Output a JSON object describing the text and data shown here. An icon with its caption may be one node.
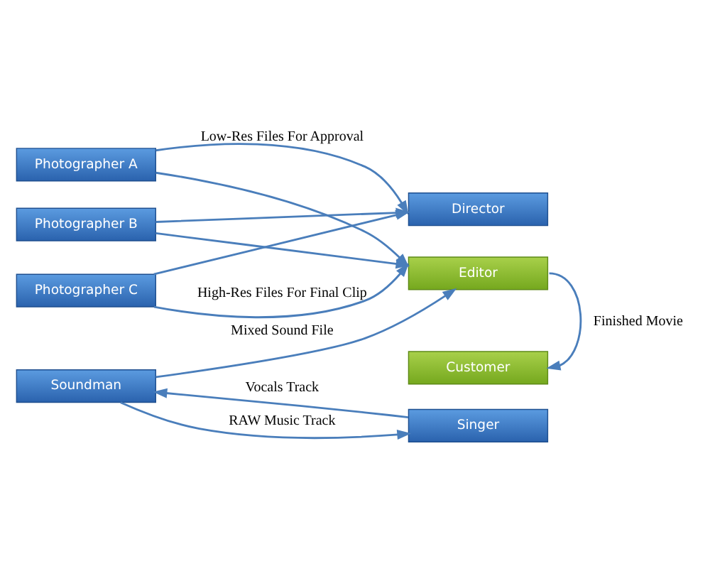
{
  "diagram": {
    "nodes": [
      {
        "text": [
          "Photographer A"
        ]
      },
      {
        "text": [
          "Photographer B"
        ]
      },
      {
        "text": [
          "Photographer C"
        ]
      },
      {
        "text": [
          "Director"
        ]
      },
      {
        "text": [
          "Editor"
        ]
      },
      {
        "text": [
          "Customer"
        ]
      },
      {
        "text": [
          "Soundman"
        ]
      },
      {
        "text": [
          "Singer"
        ]
      }
    ],
    "edges": [
      {
        "from": 0,
        "to": 3,
        "arrow": "to",
        "label": "Low-Res Files For Approval"
      },
      {
        "from": 1,
        "to": 3,
        "arrow": "to"
      },
      {
        "from": 2,
        "to": 3,
        "arrow": "to"
      },
      {
        "from": 0,
        "to": 4,
        "arrow": "to"
      },
      {
        "from": 1,
        "to": 4,
        "arrow": "to"
      },
      {
        "from": 2,
        "to": 4,
        "arrow": "to",
        "label": "High-Res Files For Final Clip"
      },
      {
        "from": 6,
        "to": 4,
        "arrow": "to",
        "label": "Mixed Sound File"
      },
      {
        "from": 4,
        "to": 5,
        "arrow": "to",
        "label": "Finished Movie"
      },
      {
        "from": 6,
        "to": 7,
        "arrow": "to",
        "label": "RAW Music Track"
      },
      {
        "from": 7,
        "to": 6,
        "arrow": "to",
        "label": "Vocals Track"
      }
    ]
  }
}
